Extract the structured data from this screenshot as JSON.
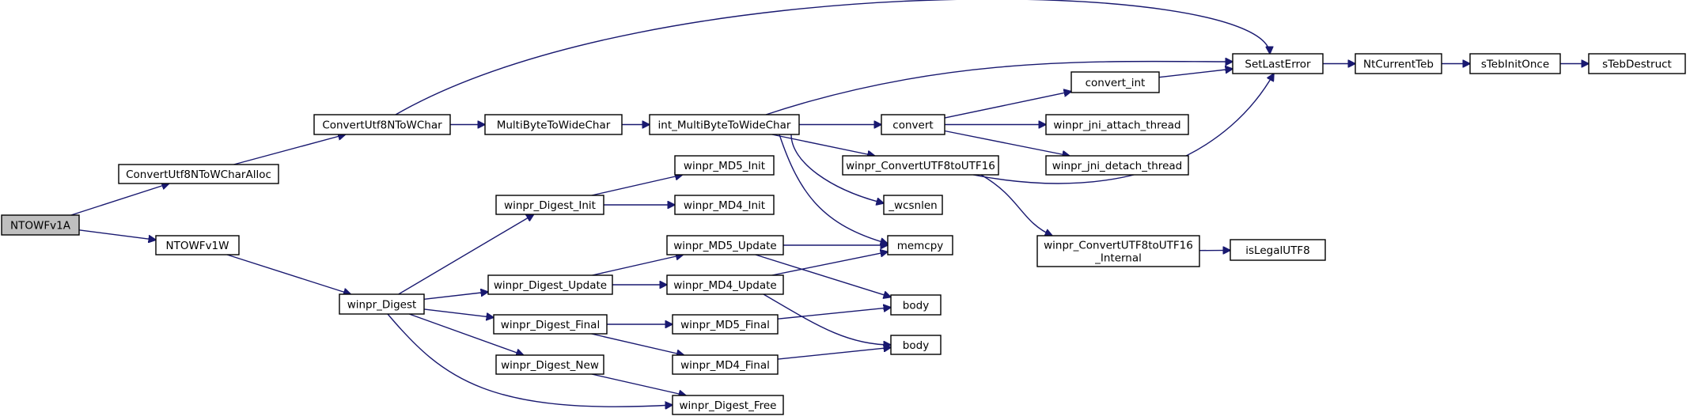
{
  "graph": {
    "edge_color": "#191970",
    "root_fill": "#bfbfbf",
    "nodes": {
      "NTOWFv1A": [
        "NTOWFv1A"
      ],
      "ConvertUtf8NToWCharAlloc": [
        "ConvertUtf8NToWCharAlloc"
      ],
      "NTOWFv1W": [
        "NTOWFv1W"
      ],
      "ConvertUtf8NToWChar": [
        "ConvertUtf8NToWChar"
      ],
      "winpr_Digest": [
        "winpr_Digest"
      ],
      "MultiByteToWideChar": [
        "MultiByteToWideChar"
      ],
      "int_MultiByteToWideChar": [
        "int_MultiByteToWideChar"
      ],
      "winpr_Digest_Init": [
        "winpr_Digest_Init"
      ],
      "winpr_Digest_Update": [
        "winpr_Digest_Update"
      ],
      "winpr_Digest_Final": [
        "winpr_Digest_Final"
      ],
      "winpr_Digest_New": [
        "winpr_Digest_New"
      ],
      "winpr_MD5_Init": [
        "winpr_MD5_Init"
      ],
      "winpr_MD4_Init": [
        "winpr_MD4_Init"
      ],
      "winpr_MD5_Update": [
        "winpr_MD5_Update"
      ],
      "winpr_MD4_Update": [
        "winpr_MD4_Update"
      ],
      "winpr_MD5_Final": [
        "winpr_MD5_Final"
      ],
      "winpr_MD4_Final": [
        "winpr_MD4_Final"
      ],
      "winpr_Digest_Free": [
        "winpr_Digest_Free"
      ],
      "convert": [
        "convert"
      ],
      "winpr_ConvertUTF8toUTF16": [
        "winpr_ConvertUTF8toUTF16"
      ],
      "_wcsnlen": [
        "_wcsnlen"
      ],
      "memcpy": [
        "memcpy"
      ],
      "body1": [
        "body"
      ],
      "body2": [
        "body"
      ],
      "convert_int": [
        "convert_int"
      ],
      "winpr_jni_attach_thread": [
        "winpr_jni_attach_thread"
      ],
      "winpr_jni_detach_thread": [
        "winpr_jni_detach_thread"
      ],
      "winpr_ConvertUTF8toUTF16_Internal": [
        "winpr_ConvertUTF8toUTF16",
        "_Internal"
      ],
      "isLegalUTF8": [
        "isLegalUTF8"
      ],
      "SetLastError": [
        "SetLastError"
      ],
      "NtCurrentTeb": [
        "NtCurrentTeb"
      ],
      "sTebInitOnce": [
        "sTebInitOnce"
      ],
      "sTebDestruct": [
        "sTebDestruct"
      ]
    },
    "edges": [
      [
        "NTOWFv1A",
        "ConvertUtf8NToWCharAlloc"
      ],
      [
        "NTOWFv1A",
        "NTOWFv1W"
      ],
      [
        "ConvertUtf8NToWCharAlloc",
        "ConvertUtf8NToWChar"
      ],
      [
        "ConvertUtf8NToWChar",
        "MultiByteToWideChar"
      ],
      [
        "ConvertUtf8NToWChar",
        "SetLastError"
      ],
      [
        "MultiByteToWideChar",
        "int_MultiByteToWideChar"
      ],
      [
        "int_MultiByteToWideChar",
        "convert"
      ],
      [
        "int_MultiByteToWideChar",
        "SetLastError"
      ],
      [
        "int_MultiByteToWideChar",
        "winpr_ConvertUTF8toUTF16"
      ],
      [
        "int_MultiByteToWideChar",
        "_wcsnlen"
      ],
      [
        "int_MultiByteToWideChar",
        "memcpy"
      ],
      [
        "convert",
        "convert_int"
      ],
      [
        "convert",
        "winpr_jni_attach_thread"
      ],
      [
        "convert",
        "winpr_jni_detach_thread"
      ],
      [
        "convert_int",
        "SetLastError"
      ],
      [
        "winpr_ConvertUTF8toUTF16",
        "SetLastError"
      ],
      [
        "winpr_ConvertUTF8toUTF16",
        "winpr_ConvertUTF8toUTF16_Internal"
      ],
      [
        "winpr_ConvertUTF8toUTF16_Internal",
        "isLegalUTF8"
      ],
      [
        "SetLastError",
        "NtCurrentTeb"
      ],
      [
        "NtCurrentTeb",
        "sTebInitOnce"
      ],
      [
        "sTebInitOnce",
        "sTebDestruct"
      ],
      [
        "NTOWFv1W",
        "winpr_Digest"
      ],
      [
        "winpr_Digest",
        "winpr_Digest_Init"
      ],
      [
        "winpr_Digest",
        "winpr_Digest_Update"
      ],
      [
        "winpr_Digest",
        "winpr_Digest_Final"
      ],
      [
        "winpr_Digest",
        "winpr_Digest_New"
      ],
      [
        "winpr_Digest",
        "winpr_Digest_Free"
      ],
      [
        "winpr_Digest_Init",
        "winpr_MD5_Init"
      ],
      [
        "winpr_Digest_Init",
        "winpr_MD4_Init"
      ],
      [
        "winpr_Digest_Update",
        "winpr_MD5_Update"
      ],
      [
        "winpr_Digest_Update",
        "winpr_MD4_Update"
      ],
      [
        "winpr_MD5_Update",
        "memcpy"
      ],
      [
        "winpr_MD5_Update",
        "body1"
      ],
      [
        "winpr_MD4_Update",
        "memcpy"
      ],
      [
        "winpr_MD4_Update",
        "body2"
      ],
      [
        "winpr_Digest_Final",
        "winpr_MD5_Final"
      ],
      [
        "winpr_Digest_Final",
        "winpr_MD4_Final"
      ],
      [
        "winpr_MD5_Final",
        "body1"
      ],
      [
        "winpr_MD4_Final",
        "body2"
      ],
      [
        "winpr_Digest_New",
        "winpr_Digest_Free"
      ]
    ]
  }
}
